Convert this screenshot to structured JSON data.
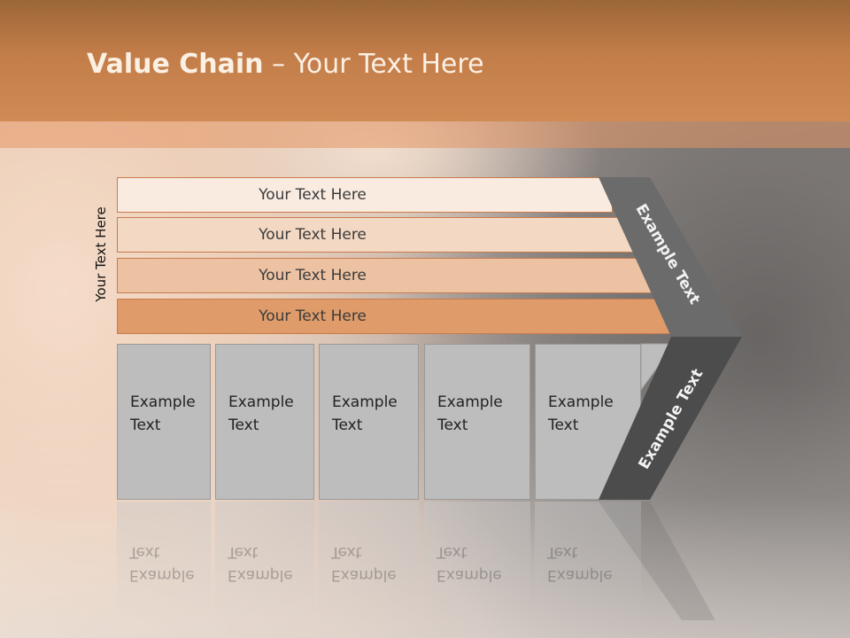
{
  "title": {
    "bold": "Value Chain",
    "rest": " – Your Text Here"
  },
  "side_label": "Your Text Here",
  "rows": [
    {
      "label": "Your Text Here",
      "color": "#f9ebe0"
    },
    {
      "label": "Your Text Here",
      "color": "#f3d8c3"
    },
    {
      "label": "Your Text Here",
      "color": "#ecc2a2"
    },
    {
      "label": "Your Text Here",
      "color": "#df9c6a"
    }
  ],
  "columns": [
    {
      "label": "Example\nText"
    },
    {
      "label": "Example\nText"
    },
    {
      "label": "Example\nText"
    },
    {
      "label": "Example\nText"
    },
    {
      "label": "Example\nText"
    }
  ],
  "chevron": {
    "top_label": "Example Text",
    "bottom_label": "Example Text"
  },
  "colors": {
    "header": "#c37d49",
    "chevron_top": "#6a6a6a",
    "chevron_bottom": "#4a4a4a",
    "columns": "#bdbdbd"
  }
}
